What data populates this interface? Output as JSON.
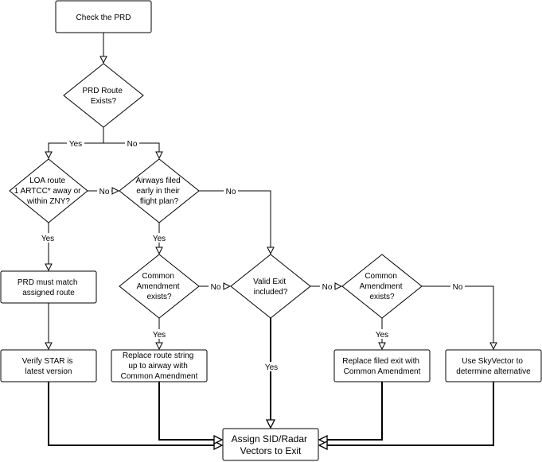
{
  "nodes": {
    "check_prd": {
      "lines": [
        "Check the PRD"
      ]
    },
    "prd_route_exists": {
      "lines": [
        "PRD Route",
        "Exists?"
      ]
    },
    "loa_route": {
      "lines": [
        "LOA route",
        "1 ARTCC* away or",
        "within ZNY?"
      ]
    },
    "airways_filed": {
      "lines": [
        "Airways filed",
        "early in their",
        "flight plan?"
      ]
    },
    "prd_must_match": {
      "lines": [
        "PRD must match",
        "assigned route"
      ]
    },
    "common_amend_1": {
      "lines": [
        "Common",
        "Amendment",
        "exists?"
      ]
    },
    "valid_exit": {
      "lines": [
        "Valid Exit",
        "included?"
      ]
    },
    "common_amend_2": {
      "lines": [
        "Common",
        "Amendment",
        "exists?"
      ]
    },
    "verify_star": {
      "lines": [
        "Verify STAR is",
        "latest version"
      ]
    },
    "replace_route": {
      "lines": [
        "Replace route string",
        "up to airway with",
        "Common Amendment"
      ]
    },
    "replace_exit": {
      "lines": [
        "Replace filed exit with",
        "Common Amendment"
      ]
    },
    "skyvector": {
      "lines": [
        "Use SkyVector to",
        "determine alternative"
      ]
    },
    "assign_sid": {
      "lines": [
        "Assign SID/Radar",
        "Vectors to Exit"
      ]
    }
  },
  "edges": {
    "prd_yes": "Yes",
    "prd_no": "No",
    "loa_no": "No",
    "loa_yes": "Yes",
    "airways_yes": "Yes",
    "airways_no": "No",
    "ca1_no": "No",
    "ca1_yes": "Yes",
    "exit_no": "No",
    "exit_yes": "Yes",
    "ca2_yes": "Yes",
    "ca2_no": "No"
  },
  "colors": {
    "stroke": "#000000",
    "fill": "#ffffff",
    "text": "#000000"
  }
}
